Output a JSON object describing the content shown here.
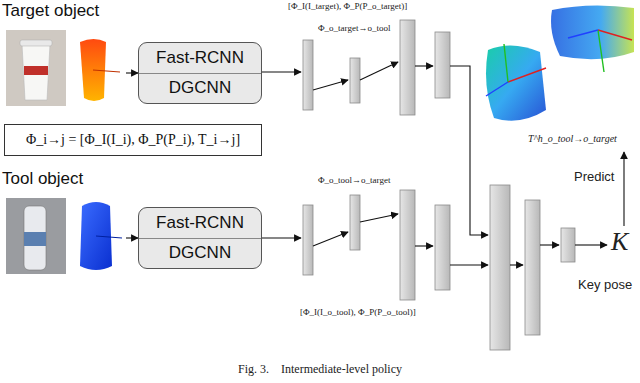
{
  "diagram": {
    "caption": "Fig. 3.    Intermediate-level policy",
    "nodes": [
      {
        "text": [
          "Target object"
        ]
      },
      {
        "text": [
          "Fast-RCNN",
          "DGCNN"
        ]
      },
      {
        "text": [
          "Φ_i→j = [Φ_I(I_i), Φ_P(P_i), T_i→j]"
        ]
      },
      {
        "text": [
          "Tool object"
        ]
      },
      {
        "text": [
          "Fast-RCNN",
          "DGCNN"
        ]
      }
    ],
    "edges": [
      {
        "from": 0,
        "to": 1,
        "arrow": "to"
      },
      {
        "from": 3,
        "to": 4,
        "arrow": "to"
      }
    ],
    "labels": [
      "[Φ_I(I_target), Φ_P(P_o_target)]",
      "Φ_o_target→o_tool",
      "Φ_o_tool→o_target",
      "[Φ_I(I_o_tool), Φ_P(P_o_tool)]",
      "T^h_o_tool→o_target",
      "Predict",
      "K",
      "Key pose"
    ]
  }
}
